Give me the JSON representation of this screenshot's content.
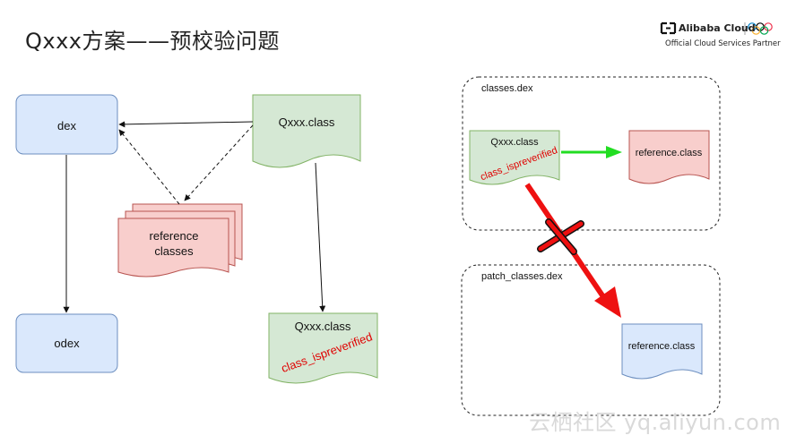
{
  "title": "Qxxx方案——预校验问题",
  "logo": {
    "brand": "Alibaba Cloud",
    "subtitle": "Official Cloud Services Partner"
  },
  "left_diagram": {
    "dex": "dex",
    "odex": "odex",
    "qxxx_class": "Qxxx.class",
    "reference_line1": "reference",
    "reference_line2": "classes",
    "qxxx_class_2": "Qxxx.class",
    "stamp": "class_ispreverified"
  },
  "right_diagram": {
    "classes_dex": "classes.dex",
    "qxxx_class": "Qxxx.class",
    "stamp": "class_ispreverified",
    "reference_class": "reference.class",
    "patch_classes_dex": "patch_classes.dex",
    "patch_reference_class": "reference.class"
  },
  "watermark": "云栖社区 yq.aliyun.com",
  "colors": {
    "blue_fill": "#dae8fc",
    "blue_stroke": "#6c8ebf",
    "green_fill": "#d5e8d4",
    "green_stroke": "#82b366",
    "red_fill": "#f8cecc",
    "red_stroke": "#b85450",
    "arrow_green": "#22dd22",
    "arrow_red": "#ee1111",
    "stamp_red": "#e00000"
  }
}
